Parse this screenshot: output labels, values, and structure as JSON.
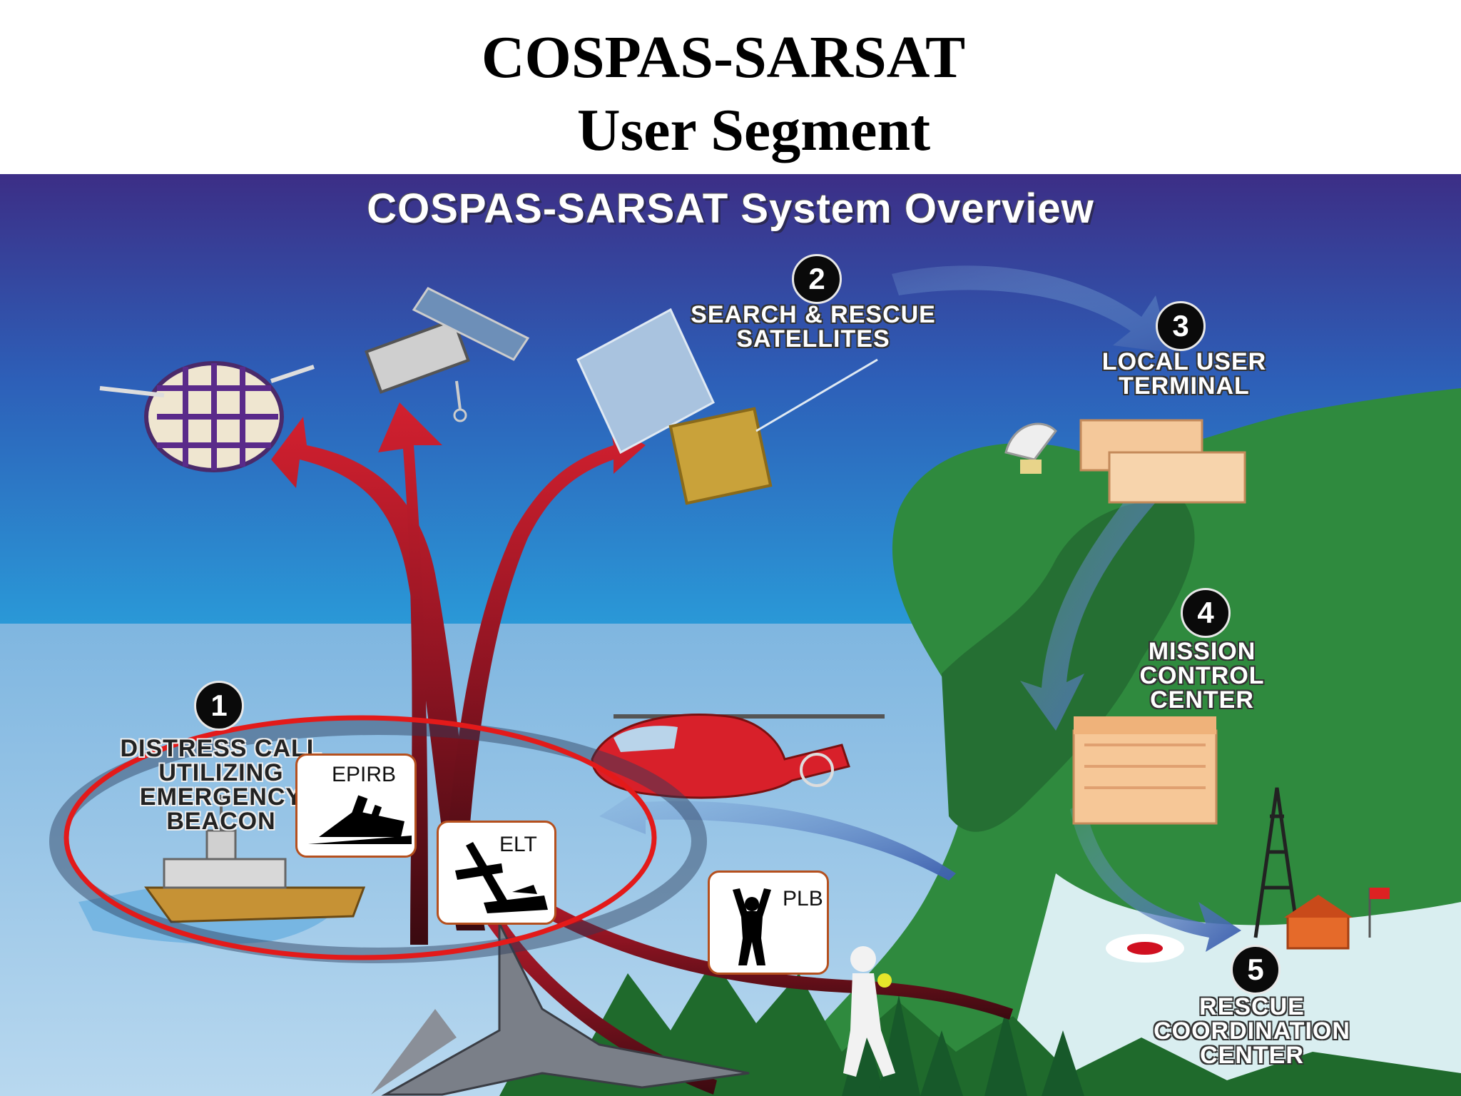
{
  "slide": {
    "title_line1": "COSPAS-SARSAT",
    "title_line2": "User Segment"
  },
  "diagram": {
    "title": "COSPAS-SARSAT System Overview",
    "steps": [
      {
        "number": "1",
        "label_lines": [
          "DISTRESS CALL",
          "UTILIZING",
          "EMERGENCY",
          "BEACON"
        ]
      },
      {
        "number": "2",
        "label_lines": [
          "SEARCH & RESCUE",
          "SATELLITES"
        ]
      },
      {
        "number": "3",
        "label_lines": [
          "LOCAL USER",
          "TERMINAL"
        ]
      },
      {
        "number": "4",
        "label_lines": [
          "MISSION",
          "CONTROL",
          "CENTER"
        ]
      },
      {
        "number": "5",
        "label_lines": [
          "RESCUE",
          "COORDINATION",
          "CENTER"
        ]
      }
    ],
    "beacons": [
      {
        "label": "EPIRB",
        "icon": "sinking-ship-icon"
      },
      {
        "label": "ELT",
        "icon": "crashed-plane-icon"
      },
      {
        "label": "PLB",
        "icon": "person-icon"
      }
    ],
    "colors": {
      "sky_top": "#3c2e86",
      "sky_bottom": "#2a9ad8",
      "sea": "#8cc0e4",
      "land": "#2f8a3e",
      "signal_arrow": "#c8192c",
      "highlight_ellipse": "#e31a1a",
      "card_border": "#b5501e"
    }
  }
}
